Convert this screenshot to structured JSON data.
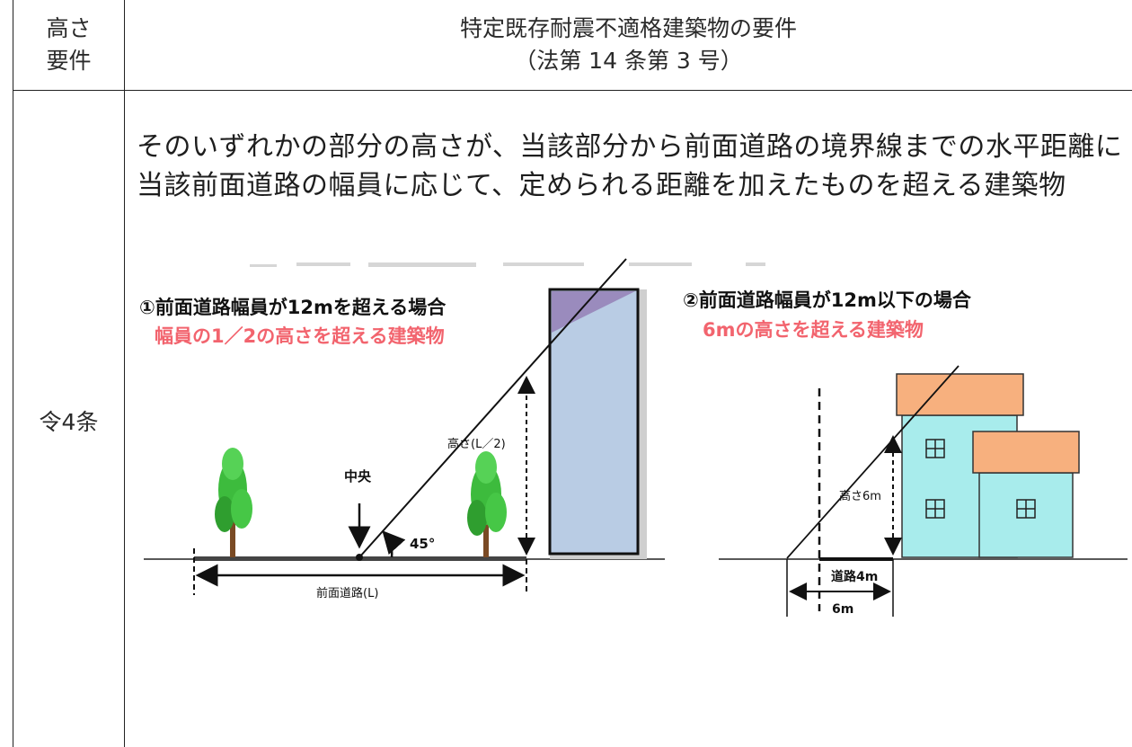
{
  "header": {
    "col1_line1": "高さ",
    "col1_line2": "要件",
    "col2_line1": "特定既存耐震不適格建築物の要件",
    "col2_line2": "（法第 14 条第 3 号）"
  },
  "row": {
    "label": "令4条",
    "description": "そのいずれかの部分の高さが、当該部分から前面道路の境界線までの水平距離に当該前面道路の幅員に応じて、定められる距離を加えたものを超える建築物"
  },
  "figure_left": {
    "title": "①前面道路幅員が12mを超える場合",
    "subtitle": "幅員の1／2の高さを超える建築物",
    "center_label": "中央",
    "angle_label": "45°",
    "height_label": "高さ(L／2)",
    "road_label": "前面道路(L)"
  },
  "figure_right": {
    "title": "②前面道路幅員が12m以下の場合",
    "subtitle": "6mの高さを超える建築物",
    "height_label": "高さ6m",
    "road_label": "道路4m",
    "distance_label": "6m"
  },
  "colors": {
    "accent_red": "#f2646e",
    "building_fill": "#b9cce4",
    "building_top": "#9a8bbd",
    "house_wall": "#a8ecec",
    "house_roof": "#f7b07e",
    "tree": "#3dbb3d"
  }
}
